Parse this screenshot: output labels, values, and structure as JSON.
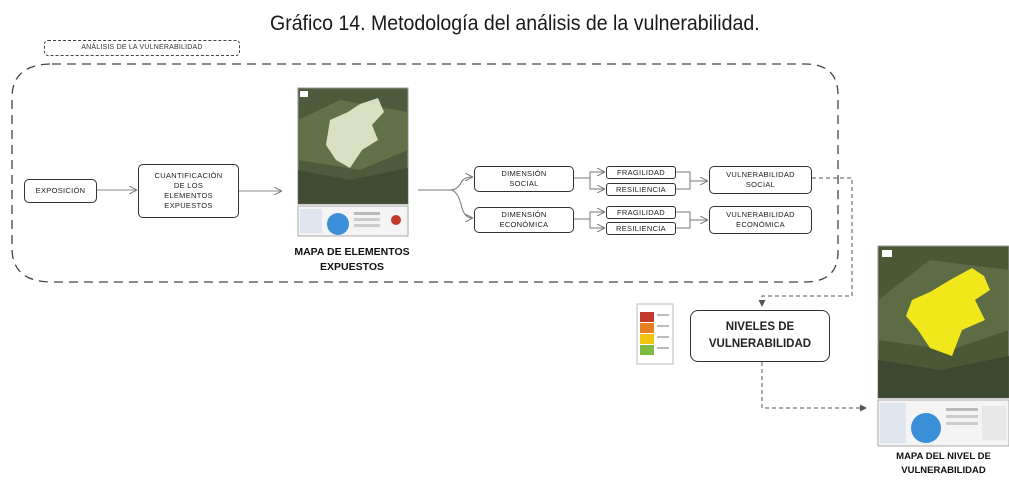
{
  "title": "Gráfico 14. Metodología del análisis de la vulnerabilidad.",
  "container_label": "ANÁLISIS DE LA VULNERABILIDAD",
  "nodes": {
    "exposicion": "EXPOSICIÓN",
    "cuantificacion": "CUANTIFICACIÓN\nDE LOS\nELEMENTOS\nEXPUESTOS",
    "dim_social": "DIMENSIÓN\nSOCIAL",
    "dim_economica": "DIMENSIÓN\nECONÓMICA",
    "fragilidad_1": "FRAGILIDAD",
    "resiliencia_1": "RESILIENCIA",
    "fragilidad_2": "FRAGILIDAD",
    "resiliencia_2": "RESILIENCIA",
    "vuln_social": "VULNERABILIDAD\nSOCIAL",
    "vuln_economica": "VULNERABILIDAD\nECONÓMICA",
    "niveles": "NIVELES DE\nVULNERABILIDAD"
  },
  "captions": {
    "mapa_elementos": "MAPA DE ELEMENTOS\nEXPUESTOS",
    "mapa_nivel": "MAPA DEL NIVEL DE\nVULNERABILIDAD"
  },
  "legend_colors": [
    "#c0392b",
    "#e67e22",
    "#f1c40f",
    "#7dbb42"
  ]
}
